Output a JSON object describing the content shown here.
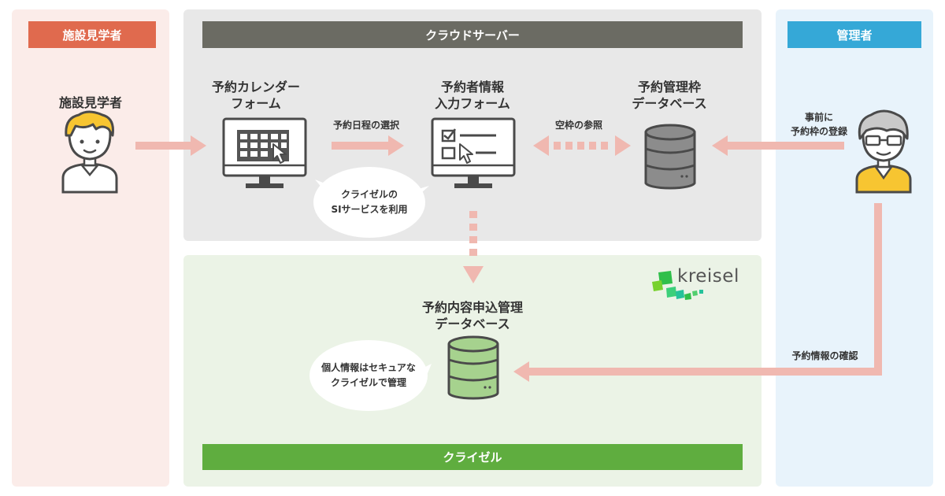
{
  "colors": {
    "visitor_panel": "#fbece9",
    "visitor_header": "#e06a4e",
    "cloud_panel": "#e8e8e8",
    "cloud_header": "#6b6b63",
    "kreisel_panel": "#ebf3e6",
    "kreisel_bar": "#5fad3f",
    "admin_panel": "#e8f3fb",
    "admin_header": "#35a8d7",
    "arrow": "#f0b8b0"
  },
  "lanes": {
    "visitor": {
      "header": "施設見学者",
      "actor_label": "施設見学者"
    },
    "cloud": {
      "header": "クラウドサーバー"
    },
    "admin": {
      "header": "管理者"
    },
    "kreisel": {
      "footer": "クライゼル",
      "logo_text": "kreisel"
    }
  },
  "nodes": {
    "calendar_form": "予約カレンダー\nフォーム",
    "input_form": "予約者情報\n入力フォーム",
    "slot_db": "予約管理枠\nデータベース",
    "application_db": "予約内容申込管理\nデータベース"
  },
  "edges": {
    "select_date": "予約日程の選択",
    "reference_slots": "空枠の参照",
    "register_slots": "事前に\n予約枠の登録",
    "check_info": "予約情報の確認"
  },
  "callouts": {
    "si_service": "クライゼルの\nSIサービスを利用",
    "secure": "個人情報はセキュアな\nクライゼルで管理"
  },
  "icons": {
    "visitor": "person-icon",
    "admin": "person-glasses-icon",
    "calendar_monitor": "monitor-calendar-icon",
    "form_monitor": "monitor-form-icon",
    "database": "database-icon",
    "logo": "kreisel-logo"
  }
}
